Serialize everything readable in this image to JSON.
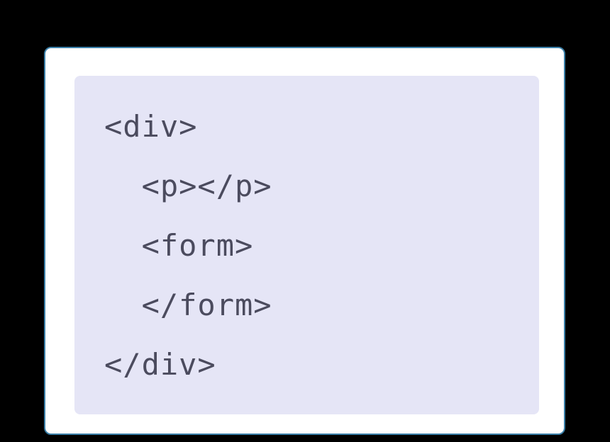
{
  "card": {
    "background_color": "#ffffff",
    "border_color": "#3a7fa8"
  },
  "code_block": {
    "background_color": "#e5e5f6",
    "text_color": "#4b4b5e",
    "language": "html",
    "lines": [
      {
        "text": "<div>"
      },
      {
        "text": "  <p></p>"
      },
      {
        "text": "  <form>"
      },
      {
        "text": "  </form>"
      },
      {
        "text": "</div>"
      }
    ]
  }
}
